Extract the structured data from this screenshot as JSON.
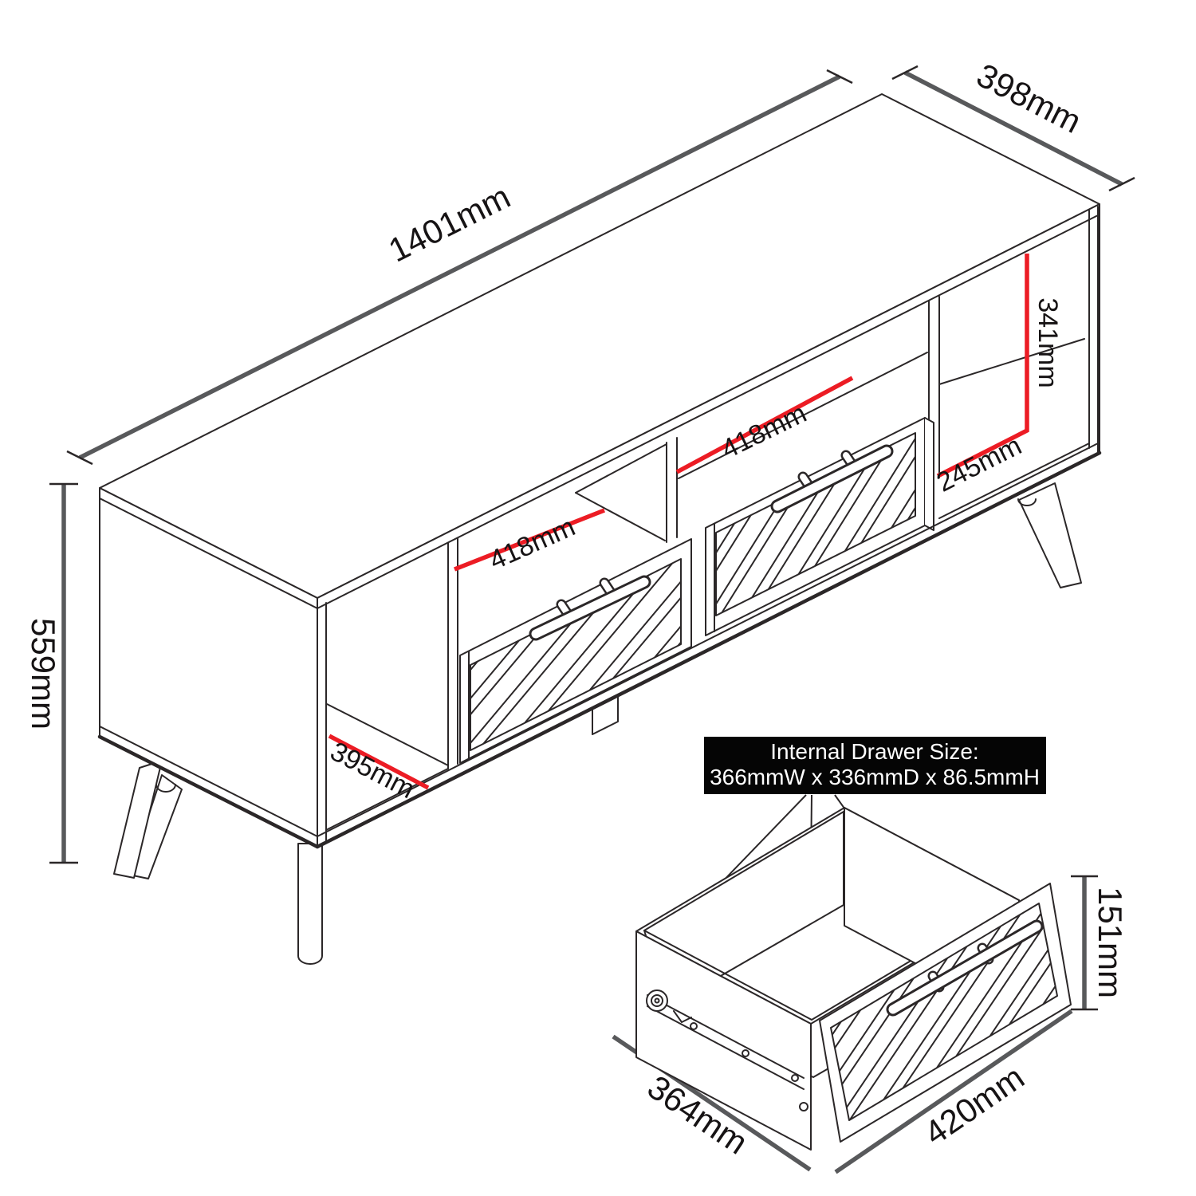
{
  "colors": {
    "outline": "#2b2728",
    "dimension_line": "#58595b",
    "highlight_red": "#ec1c24",
    "info_box_bg": "#050505",
    "info_box_text": "#ffffff",
    "label_text": "#161314"
  },
  "diagram": {
    "type": "furniture-dimension-drawing",
    "subject": "TV media unit isometric line drawing with internal drawer detail",
    "unit_dimensions": {
      "width": {
        "label": "1401mm"
      },
      "depth": {
        "label": "398mm"
      },
      "height": {
        "label": "559mm"
      }
    },
    "internal_dimensions": {
      "opening_left_width": {
        "label": "418mm"
      },
      "opening_right_width": {
        "label": "418mm"
      },
      "right_compartment_height": {
        "label": "341mm"
      },
      "right_compartment_width": {
        "label": "245mm"
      },
      "left_shelf_depth": {
        "label": "395mm"
      }
    },
    "info_box": {
      "title": "Internal Drawer Size:",
      "value": "366mmW x 336mmD x 86.5mmH"
    },
    "drawer_detail": {
      "height": {
        "label": "151mm"
      },
      "depth": {
        "label": "364mm"
      },
      "width": {
        "label": "420mm"
      }
    }
  }
}
